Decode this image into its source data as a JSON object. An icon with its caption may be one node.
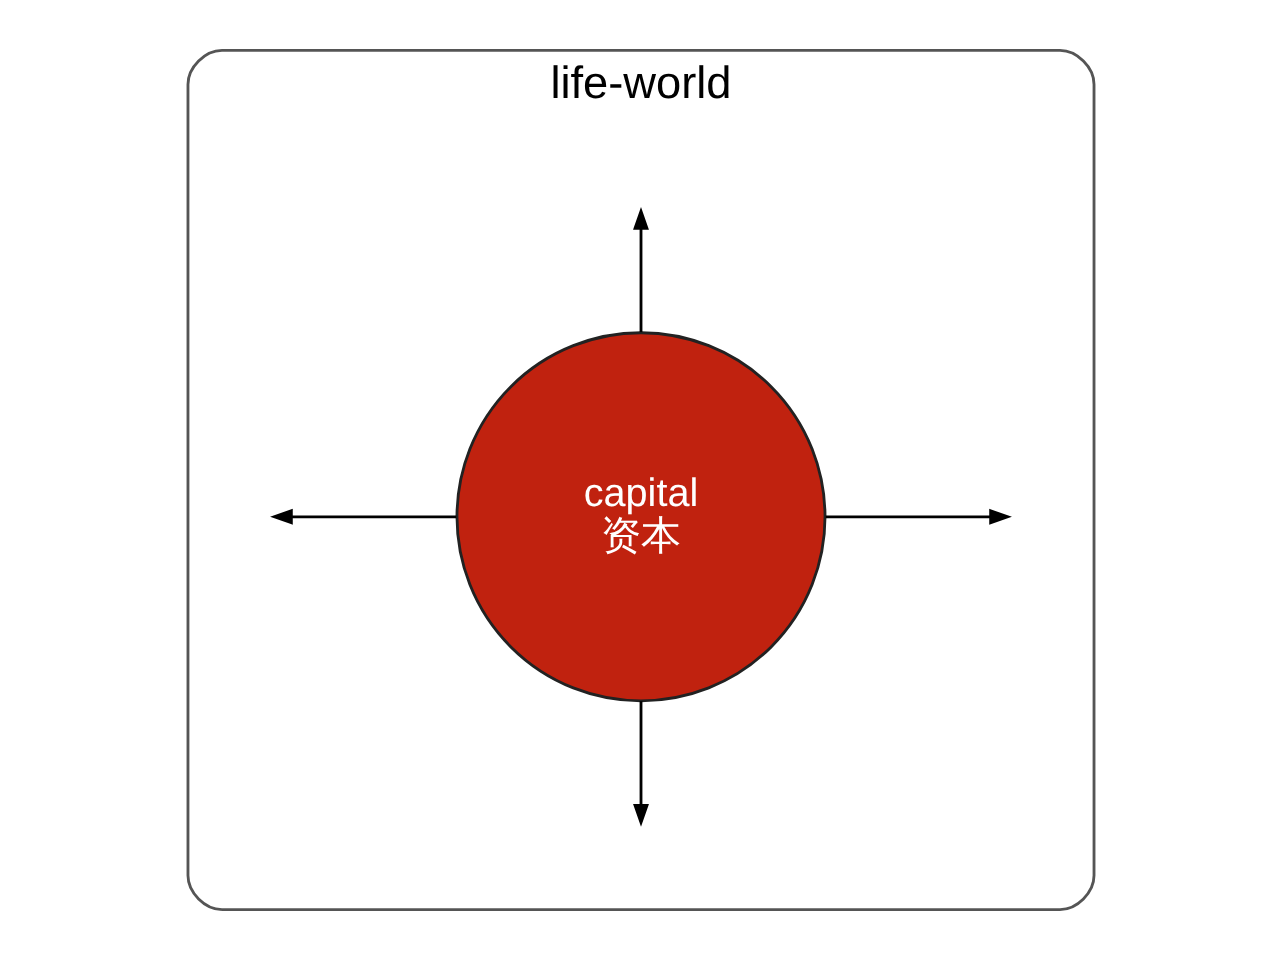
{
  "diagram": {
    "nodes": [
      {
        "text": [
          "life-world"
        ]
      },
      {
        "text": [
          "capital",
          "资本"
        ],
        "in": 0
      }
    ],
    "edges": [
      {
        "from": 1,
        "to": null,
        "arrow": "to"
      },
      {
        "from": 1,
        "to": null,
        "arrow": "to"
      },
      {
        "from": 1,
        "to": null,
        "arrow": "to"
      },
      {
        "from": 1,
        "to": null,
        "arrow": "to"
      }
    ]
  }
}
